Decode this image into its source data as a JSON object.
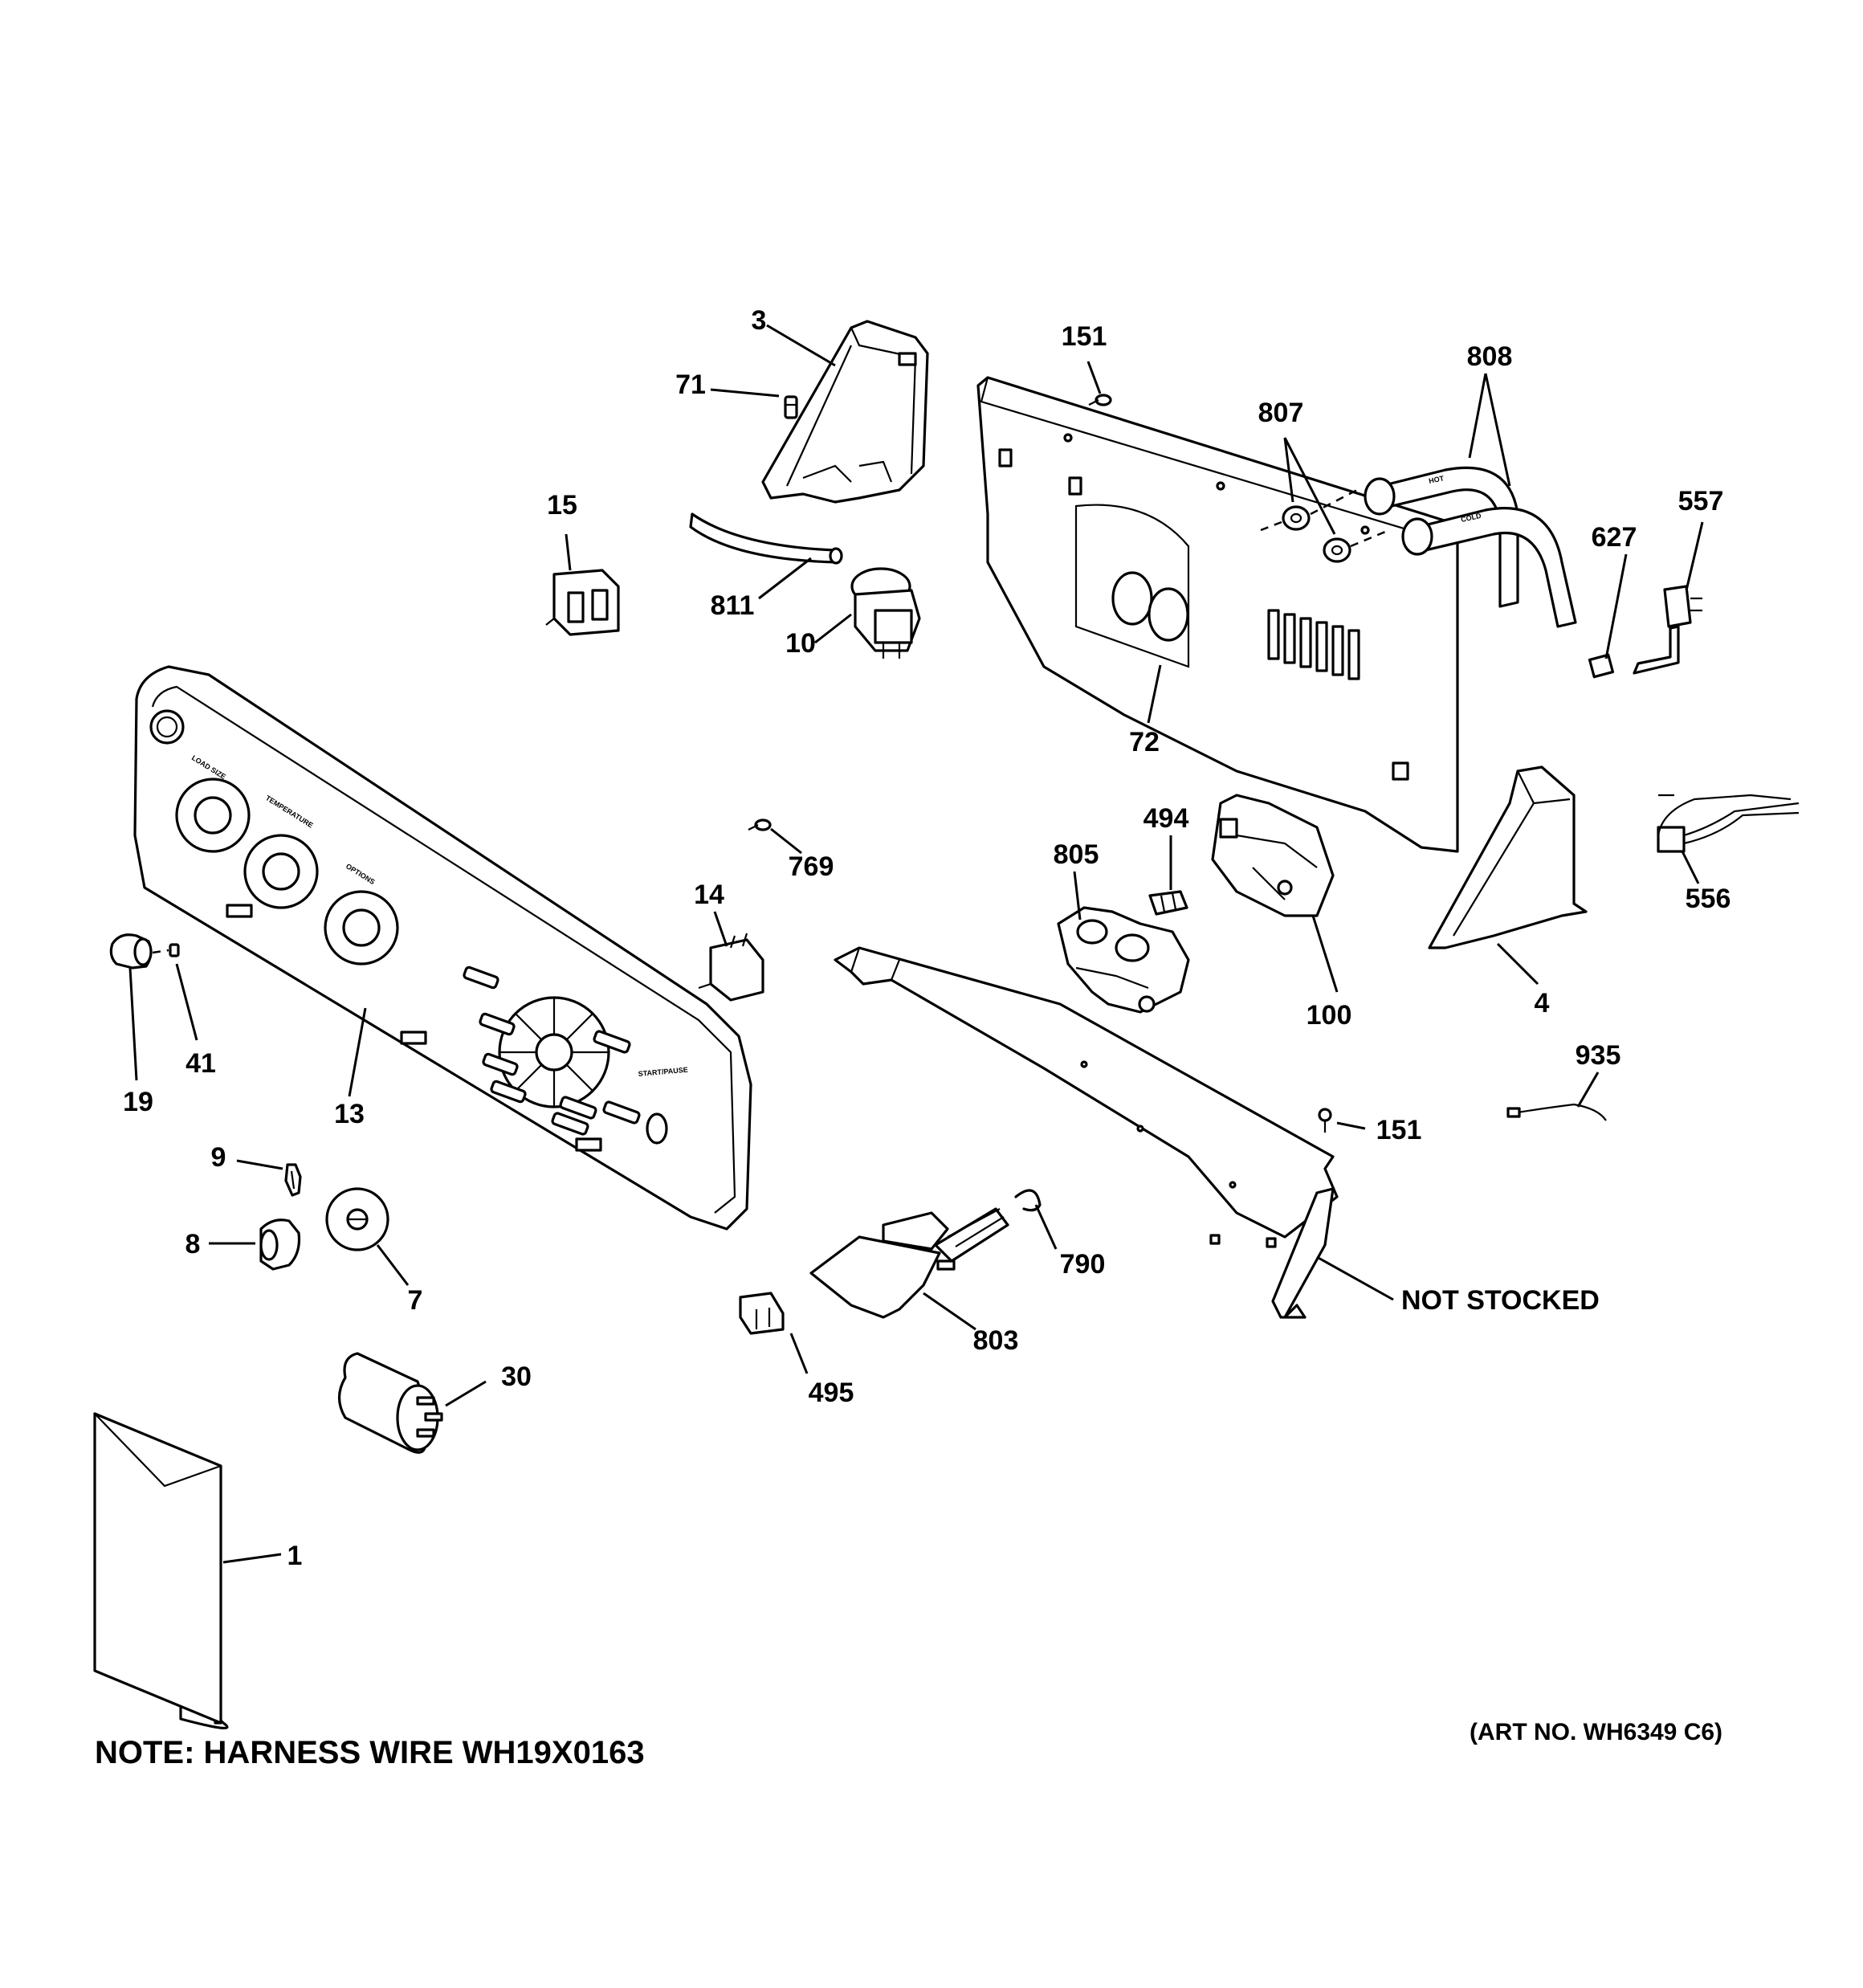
{
  "callouts": {
    "c1": "1",
    "c3": "3",
    "c4": "4",
    "c7": "7",
    "c8": "8",
    "c9": "9",
    "c10": "10",
    "c13": "13",
    "c14": "14",
    "c15": "15",
    "c19": "19",
    "c30": "30",
    "c41": "41",
    "c71": "71",
    "c72": "72",
    "c100": "100",
    "c151a": "151",
    "c151b": "151",
    "c494": "494",
    "c495": "495",
    "c556": "556",
    "c557": "557",
    "c627": "627",
    "c769": "769",
    "c790": "790",
    "c803": "803",
    "c805": "805",
    "c807": "807",
    "c808": "808",
    "c811": "811",
    "c935": "935"
  },
  "not_stocked": "NOT STOCKED",
  "panel_labels": {
    "load_size": "LOAD SIZE",
    "temperature": "TEMPERATURE",
    "options": "OPTIONS",
    "start_pause": "START/PAUSE"
  },
  "hose_labels": {
    "hot": "HOT",
    "cold": "COLD"
  },
  "notes": {
    "harness": "NOTE: HARNESS WIRE WH19X0163",
    "art_no": "(ART NO. WH6349 C6)"
  }
}
